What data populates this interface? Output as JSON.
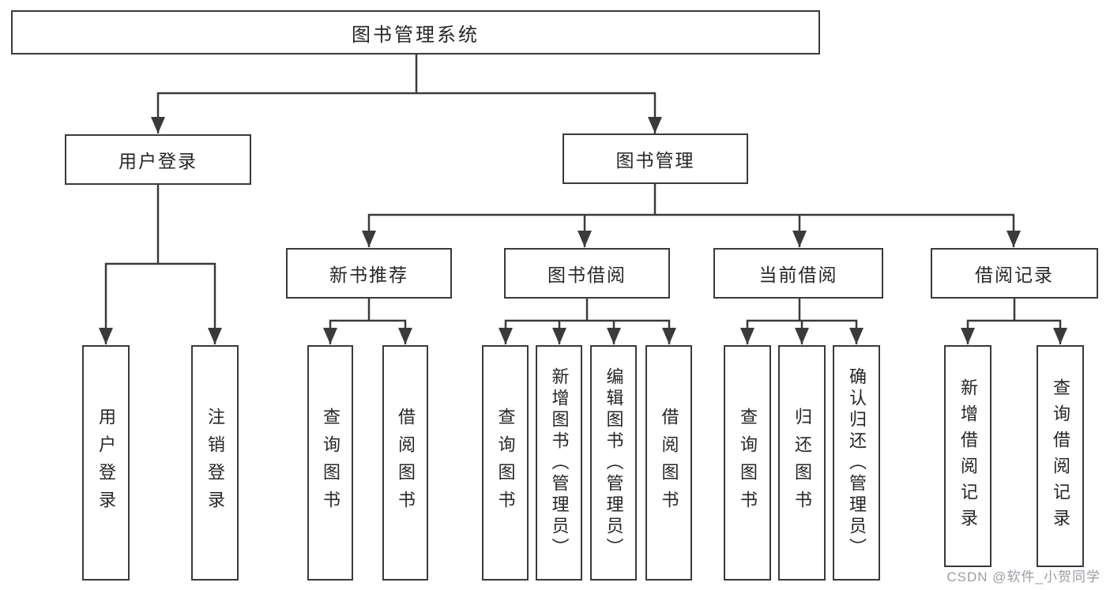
{
  "diagram_type": "hierarchy-tree",
  "tree": {
    "label": "图书管理系统",
    "children": [
      {
        "label": "用户登录",
        "children": [
          {
            "label": "用户登录"
          },
          {
            "label": "注销登录"
          }
        ]
      },
      {
        "label": "图书管理",
        "children": [
          {
            "label": "新书推荐",
            "children": [
              {
                "label": "查询图书"
              },
              {
                "label": "借阅图书"
              }
            ]
          },
          {
            "label": "图书借阅",
            "children": [
              {
                "label": "查询图书"
              },
              {
                "label": "新增图书（管理员）"
              },
              {
                "label": "编辑图书（管理员）"
              },
              {
                "label": "借阅图书"
              }
            ]
          },
          {
            "label": "当前借阅",
            "children": [
              {
                "label": "查询图书"
              },
              {
                "label": "归还图书"
              },
              {
                "label": "确认归还（管理员）"
              }
            ]
          },
          {
            "label": "借阅记录",
            "children": [
              {
                "label": "新增借阅记录"
              },
              {
                "label": "查询借阅记录"
              }
            ]
          }
        ]
      }
    ]
  },
  "watermark": {
    "text": "CSDN @软件_小贺同学"
  },
  "colors": {
    "line": "#3a3a3a",
    "box_border": "#3a3a3a",
    "text": "#262626",
    "background": "#ffffff",
    "watermark": "#94999e"
  }
}
